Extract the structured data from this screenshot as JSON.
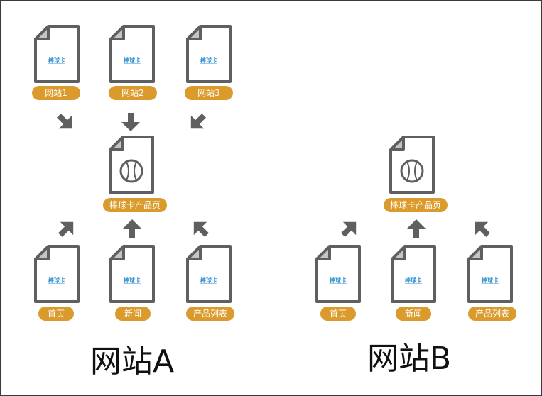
{
  "doc_link_text": "棒球卡",
  "site_a": {
    "title": "网站A",
    "sources": [
      "网站1",
      "网站2",
      "网站3"
    ],
    "target": "棒球卡产品页",
    "pages": [
      "首页",
      "新闻",
      "产品列表"
    ]
  },
  "site_b": {
    "title": "网站B",
    "target": "棒球卡产品页",
    "pages": [
      "首页",
      "新闻",
      "产品列表"
    ]
  },
  "colors": {
    "label_bg": "#db9a2c",
    "arrow": "#5f5f5f",
    "doc_outline": "#5f5f5f",
    "doc_fold": "#c4c4c4",
    "link": "#2f8fd0"
  },
  "icons": {
    "document": "document-icon",
    "baseball": "baseball-icon",
    "arrow": "arrow-icon"
  }
}
